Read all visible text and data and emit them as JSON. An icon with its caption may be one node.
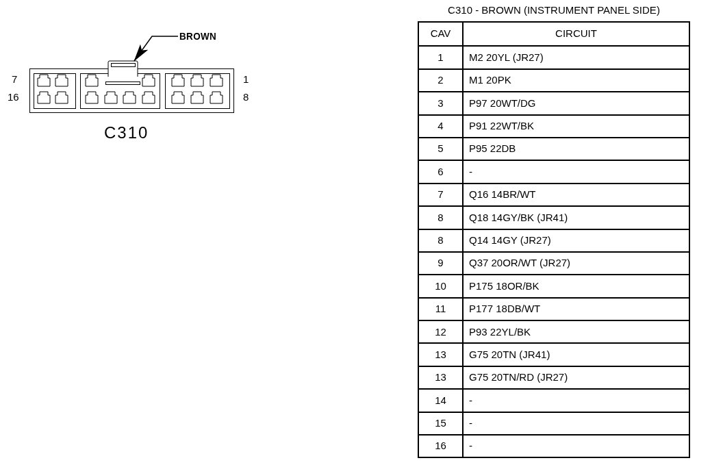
{
  "diagram": {
    "nodes": [
      {
        "text": [
          "BROWN"
        ]
      },
      {
        "text": [],
        "shape": "picture",
        "beside": [
          "C310"
        ]
      }
    ],
    "edges": [
      {
        "from": 0,
        "to": 1,
        "arrow": "to"
      }
    ],
    "labels": [
      "7",
      "16",
      "1",
      "8",
      "C310 - BROWN (INSTRUMENT PANEL SIDE)",
      "CAV",
      "CIRCUIT",
      "1",
      "M2 20YL (JR27)",
      "2",
      "M1 20PK",
      "3",
      "P97 20WT/DG",
      "4",
      "P91 22WT/BK",
      "5",
      "P95 22DB",
      "6",
      "-",
      "7",
      "Q16 14BR/WT",
      "8",
      "Q18 14GY/BK (JR41)",
      "8",
      "Q14 14GY (JR27)",
      "9",
      "Q37 20OR/WT (JR27)",
      "10",
      "P175 18OR/BK",
      "11",
      "P177 18DB/WT",
      "12",
      "P93 22YL/BK",
      "13",
      "G75 20TN (JR41)",
      "13",
      "G75 20TN/RD (JR27)",
      "14",
      "-",
      "15",
      "-",
      "16",
      "-"
    ]
  }
}
